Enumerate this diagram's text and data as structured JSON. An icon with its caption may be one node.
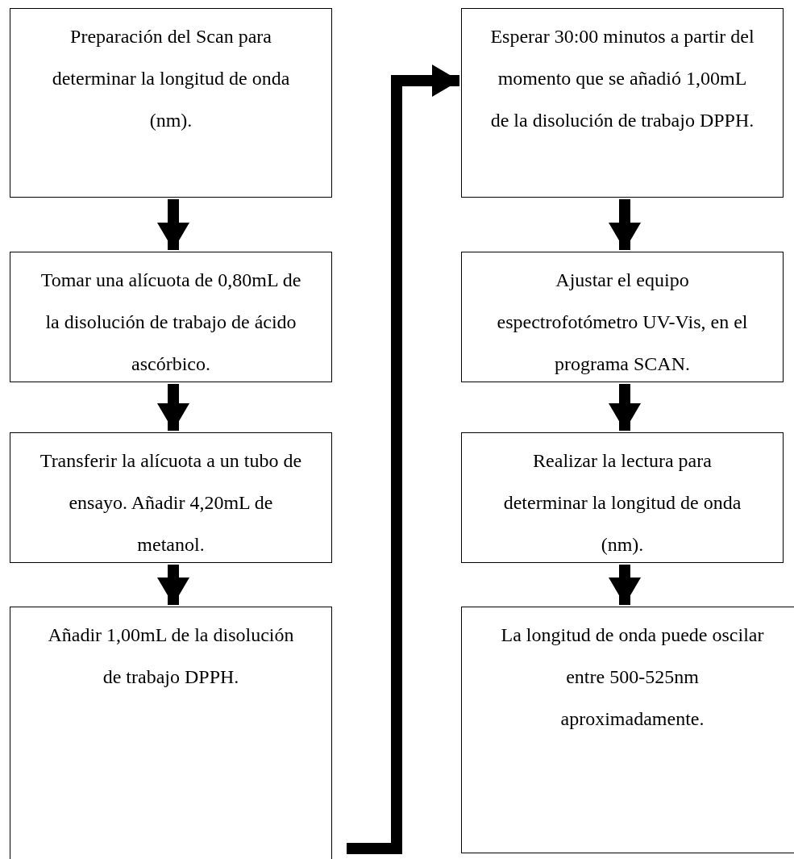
{
  "diagram": {
    "nodes": [
      {
        "text": [
          "Preparación del Scan para determinar la longitud de onda (nm)."
        ]
      },
      {
        "text": [
          "Tomar una alícuota de 0,80mL de la disolución de trabajo de ácido ascórbico."
        ]
      },
      {
        "text": [
          "Transferir la alícuota a un tubo de ensayo. Añadir 4,20mL de metanol."
        ]
      },
      {
        "text": [
          "Añadir 1,00mL de la disolución de trabajo DPPH."
        ]
      },
      {
        "text": [
          "Esperar 30:00 minutos a partir del momento que se añadió 1,00mL de la disolución de trabajo DPPH."
        ]
      },
      {
        "text": [
          "Ajustar el equipo espectrofotómetro UV-Vis, en el programa SCAN."
        ]
      },
      {
        "text": [
          "Realizar la lectura para determinar la longitud de onda (nm)."
        ]
      },
      {
        "text": [
          "La longitud de onda puede oscilar entre 500-525nm aproximadamente."
        ]
      }
    ],
    "edges": [
      {
        "from": 0,
        "to": 1,
        "arrow": "to"
      },
      {
        "from": 1,
        "to": 2,
        "arrow": "to"
      },
      {
        "from": 2,
        "to": 3,
        "arrow": "to"
      },
      {
        "from": 3,
        "to": 4,
        "arrow": "to"
      },
      {
        "from": 4,
        "to": 5,
        "arrow": "to"
      },
      {
        "from": 5,
        "to": 6,
        "arrow": "to"
      },
      {
        "from": 6,
        "to": 7,
        "arrow": "to"
      }
    ]
  }
}
